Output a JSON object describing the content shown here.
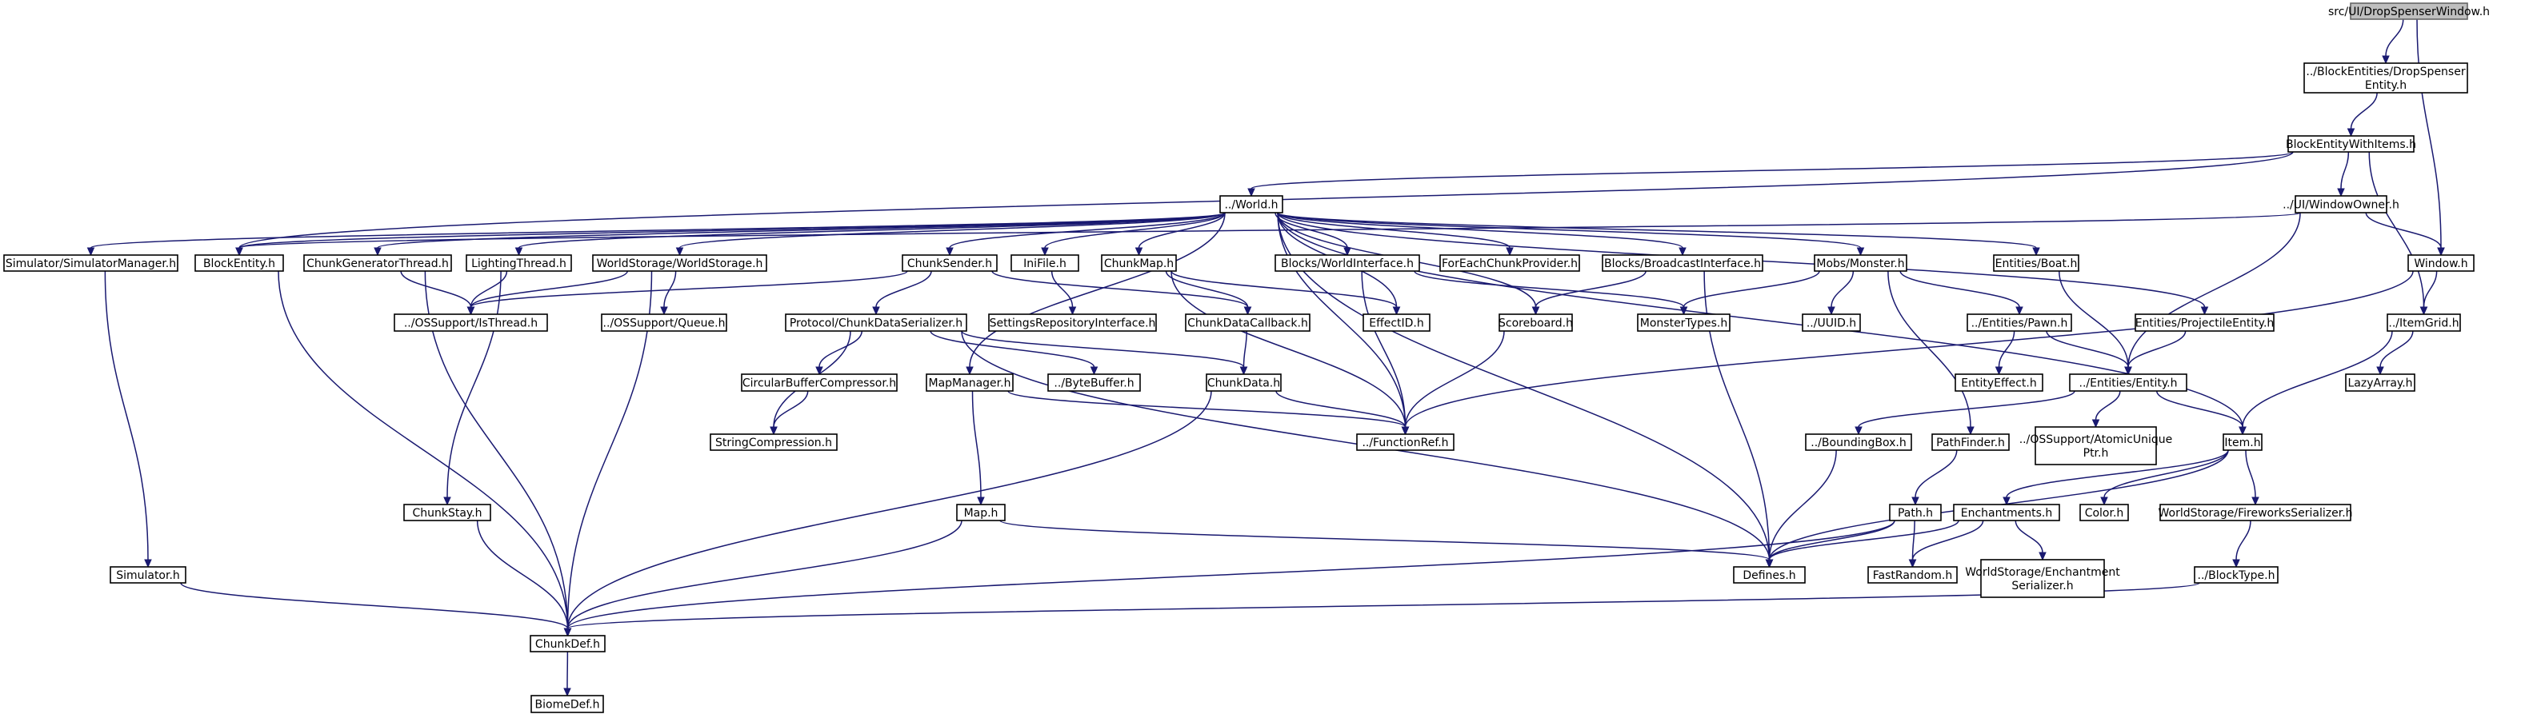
{
  "graph": {
    "nodes": [
      {
        "id": "root",
        "lines": [
          "src/UI/DropSpenserWindow.h"
        ],
        "root": true
      },
      {
        "id": "dropspenser",
        "lines": [
          "../BlockEntities/DropSpenser",
          "Entity.h"
        ]
      },
      {
        "id": "bewi",
        "lines": [
          "BlockEntityWithItems.h"
        ]
      },
      {
        "id": "world",
        "lines": [
          "../World.h"
        ]
      },
      {
        "id": "windowowner",
        "lines": [
          "../UI/WindowOwner.h"
        ]
      },
      {
        "id": "simmgr",
        "lines": [
          "Simulator/SimulatorManager.h"
        ]
      },
      {
        "id": "blockentity",
        "lines": [
          "BlockEntity.h"
        ]
      },
      {
        "id": "cgt",
        "lines": [
          "ChunkGeneratorThread.h"
        ]
      },
      {
        "id": "lighting",
        "lines": [
          "LightingThread.h"
        ]
      },
      {
        "id": "worldstorage",
        "lines": [
          "WorldStorage/WorldStorage.h"
        ]
      },
      {
        "id": "chunksender",
        "lines": [
          "ChunkSender.h"
        ]
      },
      {
        "id": "inifile",
        "lines": [
          "IniFile.h"
        ]
      },
      {
        "id": "chunkmap",
        "lines": [
          "ChunkMap.h"
        ]
      },
      {
        "id": "worldinterface",
        "lines": [
          "Blocks/WorldInterface.h"
        ]
      },
      {
        "id": "foreach",
        "lines": [
          "ForEachChunkProvider.h"
        ]
      },
      {
        "id": "broadcast",
        "lines": [
          "Blocks/BroadcastInterface.h"
        ]
      },
      {
        "id": "monster",
        "lines": [
          "Mobs/Monster.h"
        ]
      },
      {
        "id": "boat",
        "lines": [
          "Entities/Boat.h"
        ]
      },
      {
        "id": "window",
        "lines": [
          "Window.h"
        ]
      },
      {
        "id": "isthread",
        "lines": [
          "../OSSupport/IsThread.h"
        ]
      },
      {
        "id": "queue",
        "lines": [
          "../OSSupport/Queue.h"
        ]
      },
      {
        "id": "protocol",
        "lines": [
          "Protocol/ChunkDataSerializer.h"
        ]
      },
      {
        "id": "settings",
        "lines": [
          "SettingsRepositoryInterface.h"
        ]
      },
      {
        "id": "cdcallback",
        "lines": [
          "ChunkDataCallback.h"
        ]
      },
      {
        "id": "effectid",
        "lines": [
          "EffectID.h"
        ]
      },
      {
        "id": "scoreboard",
        "lines": [
          "Scoreboard.h"
        ]
      },
      {
        "id": "monstertypes",
        "lines": [
          "MonsterTypes.h"
        ]
      },
      {
        "id": "uuid",
        "lines": [
          "../UUID.h"
        ]
      },
      {
        "id": "pawn",
        "lines": [
          "../Entities/Pawn.h"
        ]
      },
      {
        "id": "projectile",
        "lines": [
          "Entities/ProjectileEntity.h"
        ]
      },
      {
        "id": "itemgrid",
        "lines": [
          "../ItemGrid.h"
        ]
      },
      {
        "id": "circbuf",
        "lines": [
          "CircularBufferCompressor.h"
        ]
      },
      {
        "id": "mapmanager",
        "lines": [
          "MapManager.h"
        ]
      },
      {
        "id": "bytebuffer",
        "lines": [
          "../ByteBuffer.h"
        ]
      },
      {
        "id": "chunkdata",
        "lines": [
          "ChunkData.h"
        ]
      },
      {
        "id": "entityeffect",
        "lines": [
          "EntityEffect.h"
        ]
      },
      {
        "id": "entity",
        "lines": [
          "../Entities/Entity.h"
        ]
      },
      {
        "id": "lazyarray",
        "lines": [
          "LazyArray.h"
        ]
      },
      {
        "id": "strcomp",
        "lines": [
          "StringCompression.h"
        ]
      },
      {
        "id": "functionref",
        "lines": [
          "../FunctionRef.h"
        ]
      },
      {
        "id": "bbox",
        "lines": [
          "../BoundingBox.h"
        ]
      },
      {
        "id": "pathfinder",
        "lines": [
          "PathFinder.h"
        ]
      },
      {
        "id": "atomic",
        "lines": [
          "../OSSupport/AtomicUnique",
          "Ptr.h"
        ]
      },
      {
        "id": "item",
        "lines": [
          "Item.h"
        ]
      },
      {
        "id": "chunkstay",
        "lines": [
          "ChunkStay.h"
        ]
      },
      {
        "id": "map",
        "lines": [
          "Map.h"
        ]
      },
      {
        "id": "path",
        "lines": [
          "Path.h"
        ]
      },
      {
        "id": "enchantments",
        "lines": [
          "Enchantments.h"
        ]
      },
      {
        "id": "color",
        "lines": [
          "Color.h"
        ]
      },
      {
        "id": "fireworks",
        "lines": [
          "WorldStorage/FireworksSerializer.h"
        ]
      },
      {
        "id": "simulator",
        "lines": [
          "Simulator.h"
        ]
      },
      {
        "id": "defines",
        "lines": [
          "Defines.h"
        ]
      },
      {
        "id": "fastrandom",
        "lines": [
          "FastRandom.h"
        ]
      },
      {
        "id": "enchser",
        "lines": [
          "WorldStorage/Enchantment",
          "Serializer.h"
        ]
      },
      {
        "id": "blocktype",
        "lines": [
          "../BlockType.h"
        ]
      },
      {
        "id": "chunkdef",
        "lines": [
          "ChunkDef.h"
        ]
      },
      {
        "id": "biomedef",
        "lines": [
          "BiomeDef.h"
        ]
      }
    ],
    "edges": [
      [
        "root",
        "dropspenser"
      ],
      [
        "root",
        "window"
      ],
      [
        "dropspenser",
        "bewi"
      ],
      [
        "bewi",
        "world"
      ],
      [
        "bewi",
        "windowowner"
      ],
      [
        "bewi",
        "itemgrid"
      ],
      [
        "bewi",
        "blockentity"
      ],
      [
        "world",
        "simmgr"
      ],
      [
        "world",
        "blockentity"
      ],
      [
        "world",
        "cgt"
      ],
      [
        "world",
        "lighting"
      ],
      [
        "world",
        "worldstorage"
      ],
      [
        "world",
        "chunksender"
      ],
      [
        "world",
        "inifile"
      ],
      [
        "world",
        "chunkmap"
      ],
      [
        "world",
        "worldinterface"
      ],
      [
        "world",
        "foreach"
      ],
      [
        "world",
        "broadcast"
      ],
      [
        "world",
        "monster"
      ],
      [
        "world",
        "boat"
      ],
      [
        "world",
        "projectile"
      ],
      [
        "world",
        "item"
      ],
      [
        "world",
        "defines"
      ],
      [
        "world",
        "mapmanager"
      ],
      [
        "world",
        "scoreboard"
      ],
      [
        "world",
        "effectid"
      ],
      [
        "world",
        "functionref"
      ],
      [
        "windowowner",
        "window"
      ],
      [
        "windowowner",
        "entity"
      ],
      [
        "windowowner",
        "blockentity"
      ],
      [
        "window",
        "itemgrid"
      ],
      [
        "window",
        "functionref"
      ],
      [
        "simmgr",
        "simulator"
      ],
      [
        "blockentity",
        "chunkdef"
      ],
      [
        "cgt",
        "isthread"
      ],
      [
        "cgt",
        "chunkdef"
      ],
      [
        "lighting",
        "isthread"
      ],
      [
        "lighting",
        "chunkstay"
      ],
      [
        "worldstorage",
        "isthread"
      ],
      [
        "worldstorage",
        "queue"
      ],
      [
        "worldstorage",
        "chunkdef"
      ],
      [
        "chunksender",
        "isthread"
      ],
      [
        "chunksender",
        "protocol"
      ],
      [
        "chunksender",
        "cdcallback"
      ],
      [
        "inifile",
        "settings"
      ],
      [
        "chunkmap",
        "cdcallback"
      ],
      [
        "chunkmap",
        "effectid"
      ],
      [
        "chunkmap",
        "functionref"
      ],
      [
        "worldinterface",
        "functionref"
      ],
      [
        "worldinterface",
        "monstertypes"
      ],
      [
        "broadcast",
        "scoreboard"
      ],
      [
        "broadcast",
        "defines"
      ],
      [
        "monster",
        "monstertypes"
      ],
      [
        "monster",
        "uuid"
      ],
      [
        "monster",
        "pawn"
      ],
      [
        "monster",
        "pathfinder"
      ],
      [
        "boat",
        "entity"
      ],
      [
        "projectile",
        "entity"
      ],
      [
        "pawn",
        "entityeffect"
      ],
      [
        "pawn",
        "entity"
      ],
      [
        "itemgrid",
        "lazyarray"
      ],
      [
        "itemgrid",
        "item"
      ],
      [
        "protocol",
        "circbuf"
      ],
      [
        "protocol",
        "bytebuffer"
      ],
      [
        "protocol",
        "chunkdata"
      ],
      [
        "protocol",
        "strcomp"
      ],
      [
        "protocol",
        "defines"
      ],
      [
        "cdcallback",
        "chunkdata"
      ],
      [
        "chunkdata",
        "functionref"
      ],
      [
        "chunkdata",
        "chunkdef"
      ],
      [
        "scoreboard",
        "functionref"
      ],
      [
        "circbuf",
        "strcomp"
      ],
      [
        "mapmanager",
        "functionref"
      ],
      [
        "mapmanager",
        "map"
      ],
      [
        "entity",
        "bbox"
      ],
      [
        "entity",
        "atomic"
      ],
      [
        "entity",
        "item"
      ],
      [
        "bbox",
        "defines"
      ],
      [
        "pathfinder",
        "path"
      ],
      [
        "item",
        "defines"
      ],
      [
        "item",
        "enchantments"
      ],
      [
        "item",
        "color"
      ],
      [
        "item",
        "fireworks"
      ],
      [
        "chunkstay",
        "chunkdef"
      ],
      [
        "map",
        "chunkdef"
      ],
      [
        "map",
        "defines"
      ],
      [
        "path",
        "fastrandom"
      ],
      [
        "path",
        "defines"
      ],
      [
        "path",
        "chunkdef"
      ],
      [
        "enchantments",
        "defines"
      ],
      [
        "enchantments",
        "fastrandom"
      ],
      [
        "enchantments",
        "enchser"
      ],
      [
        "fireworks",
        "blocktype"
      ],
      [
        "blocktype",
        "chunkdef"
      ],
      [
        "simulator",
        "chunkdef"
      ],
      [
        "chunkdef",
        "biomedef"
      ]
    ]
  }
}
